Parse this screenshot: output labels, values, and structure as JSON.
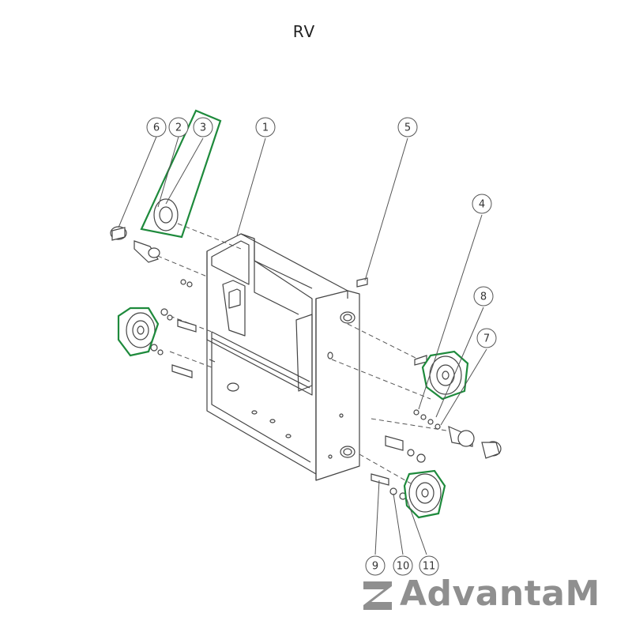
{
  "page": {
    "title": "RV"
  },
  "callouts": [
    {
      "id": "6",
      "label": "6"
    },
    {
      "id": "2",
      "label": "2"
    },
    {
      "id": "3",
      "label": "3"
    },
    {
      "id": "1",
      "label": "1"
    },
    {
      "id": "5",
      "label": "5"
    },
    {
      "id": "4",
      "label": "4"
    },
    {
      "id": "8",
      "label": "8"
    },
    {
      "id": "7",
      "label": "7"
    },
    {
      "id": "9",
      "label": "9"
    },
    {
      "id": "10",
      "label": "10"
    },
    {
      "id": "11",
      "label": "11"
    }
  ],
  "highlight": {
    "color": "#1e8a3c"
  },
  "brand": {
    "name": "AdvantaM",
    "color": "#8f8f8f"
  }
}
